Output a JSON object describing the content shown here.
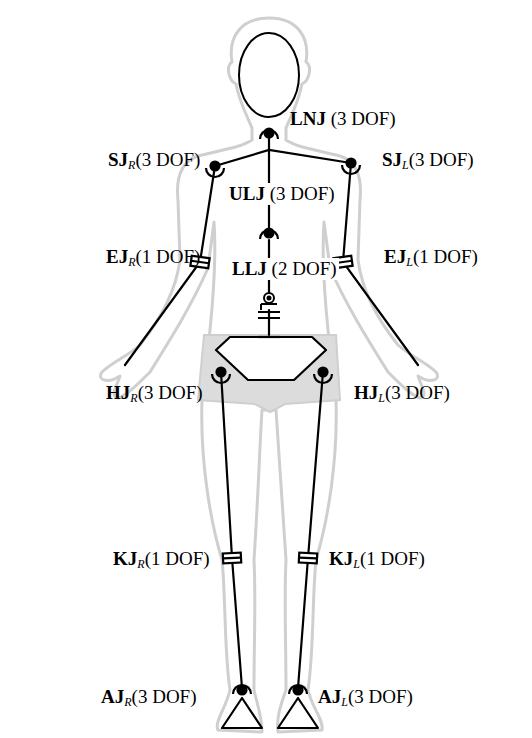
{
  "diagram": {
    "labels": [
      "LNJ (3 DOF)",
      "SJR(3 DOF)",
      "SJL(3 DOF)",
      "ULJ (3 DOF)",
      "EJR(1 DOF)",
      "LLJ (2 DOF)",
      "EJL(1 DOF)",
      "HJR(3 DOF)",
      "HJL(3 DOF)",
      "KJR(1 DOF)",
      "KJL(1 DOF)",
      "AJR(3 DOF)",
      "AJL(3 DOF)"
    ]
  }
}
